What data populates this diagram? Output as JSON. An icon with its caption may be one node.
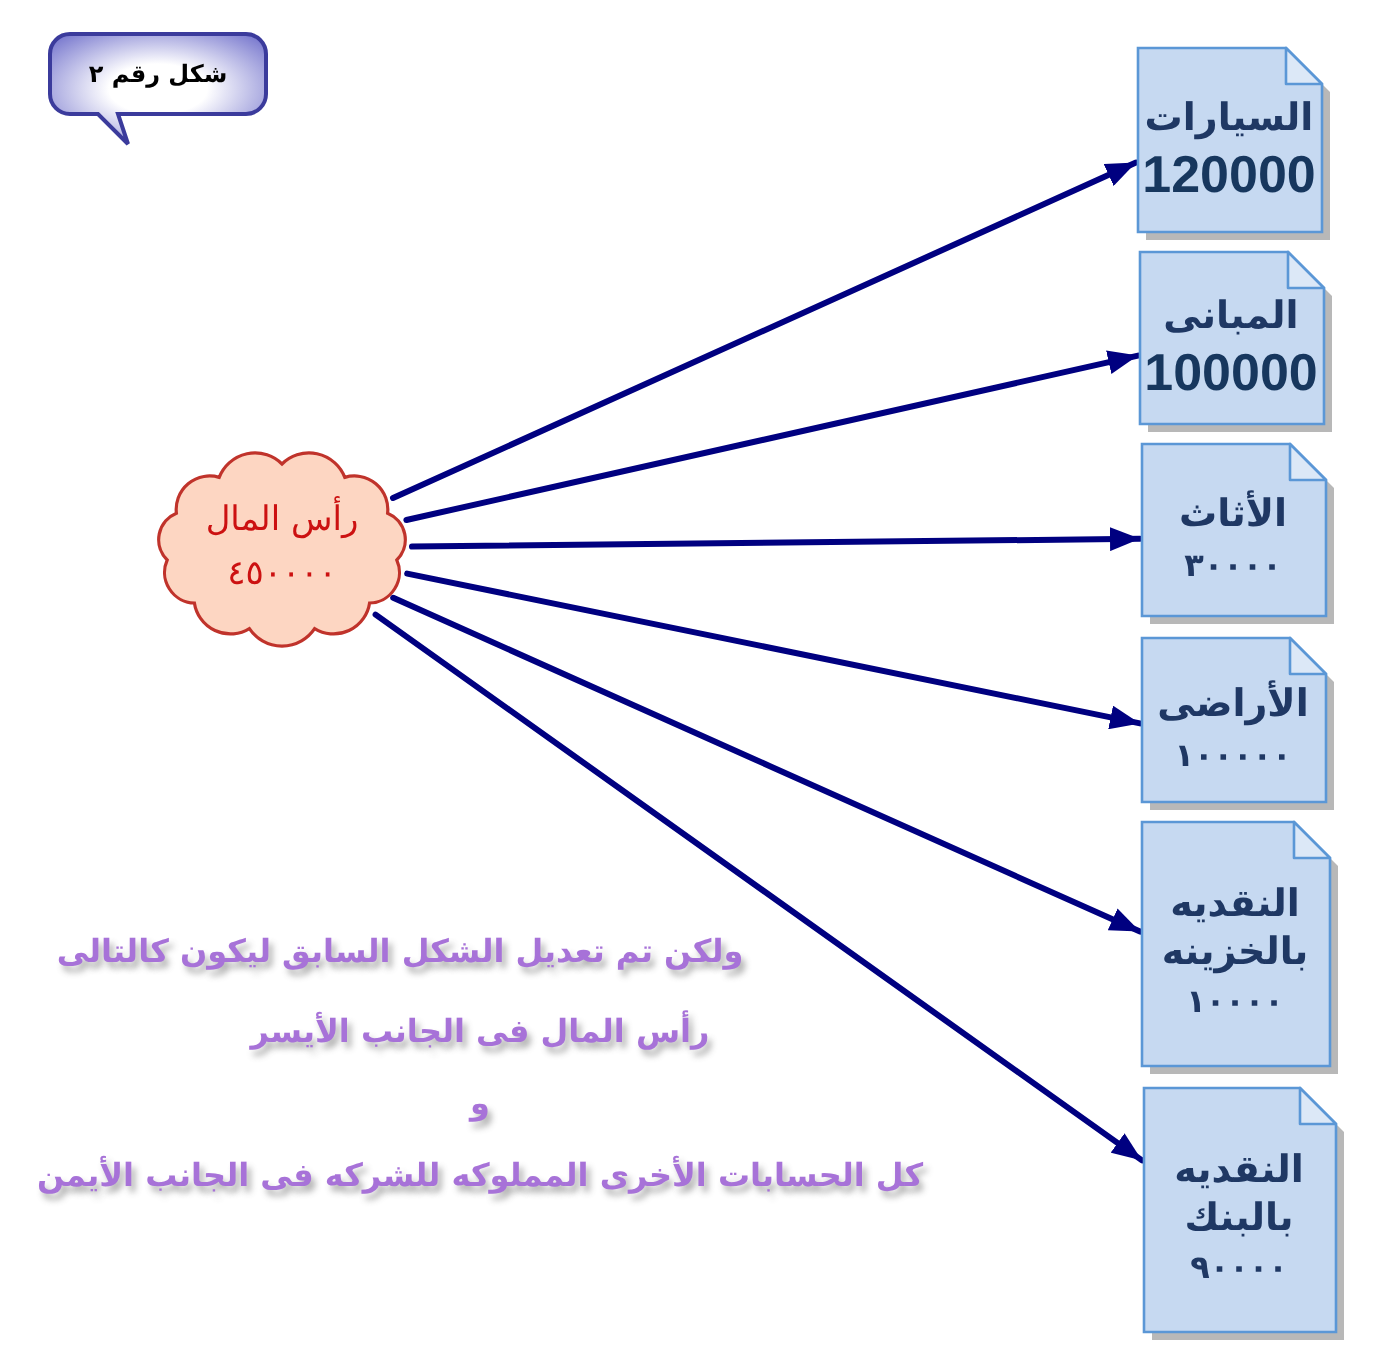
{
  "diagram": {
    "nodes": [
      {
        "text": [
          "شكل رقم ٢"
        ]
      },
      {
        "text": [
          "رأس المال",
          "٤٥٠٠٠٠"
        ]
      },
      {
        "text": [
          "السيارات",
          "120000"
        ]
      },
      {
        "text": [
          "المبانى",
          "100000"
        ]
      },
      {
        "text": [
          "الأثاث",
          "٣٠٠٠٠"
        ]
      },
      {
        "text": [
          "الأراضى",
          "١٠٠٠٠٠"
        ]
      },
      {
        "text": [
          "النقديه بالخزينه",
          "١٠٠٠٠"
        ]
      },
      {
        "text": [
          "النقديه بالبنك",
          "٩٠٠٠٠"
        ]
      }
    ],
    "edges": [
      {
        "from": 1,
        "to": 2,
        "arrow": "to"
      },
      {
        "from": 1,
        "to": 3,
        "arrow": "to"
      },
      {
        "from": 1,
        "to": 4,
        "arrow": "to"
      },
      {
        "from": 1,
        "to": 5,
        "arrow": "to"
      },
      {
        "from": 1,
        "to": 6,
        "arrow": "to"
      },
      {
        "from": 1,
        "to": 7,
        "arrow": "to"
      }
    ],
    "labels": [
      "ولكن تم تعديل الشكل السابق ليكون كالتالى",
      "رأس المال فى الجانب الأيسر",
      "و",
      "كل الحسابات الأخرى المملوكه للشركه فى الجانب الأيمن"
    ]
  }
}
